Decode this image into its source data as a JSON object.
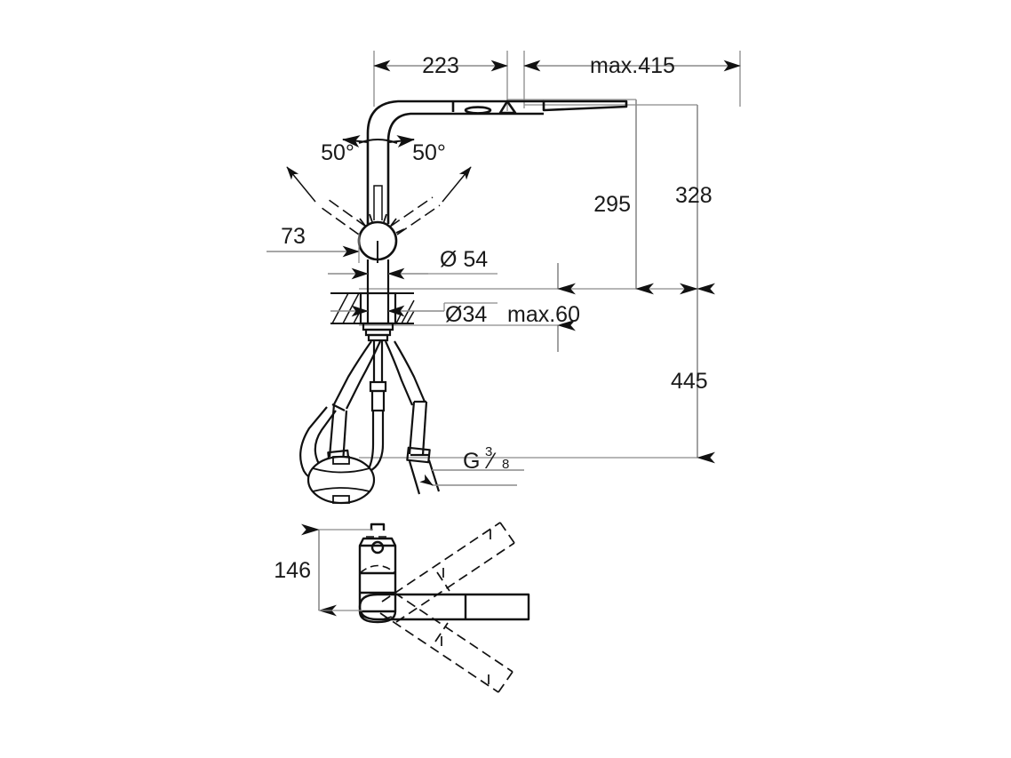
{
  "drawing": {
    "title": "Kitchen faucet technical dimension drawing",
    "units": "mm",
    "line_color": "#8a8a8a",
    "object_color": "#111111",
    "text_color": "#1a1a1a"
  },
  "dimensions": {
    "spout_reach": "223",
    "pullout_reach": "max.415",
    "angle_left": "50°",
    "angle_right": "50°",
    "base_offset": "73",
    "base_diameter": "Ø 54",
    "hole_diameter": "Ø34",
    "deck_thickness": "max.60",
    "spout_height": "295",
    "total_height_above": "328",
    "height_below": "445",
    "lever_height": "146",
    "thread": {
      "prefix": "G",
      "numerator": "3",
      "slash": "⁄",
      "denominator": "8"
    }
  }
}
